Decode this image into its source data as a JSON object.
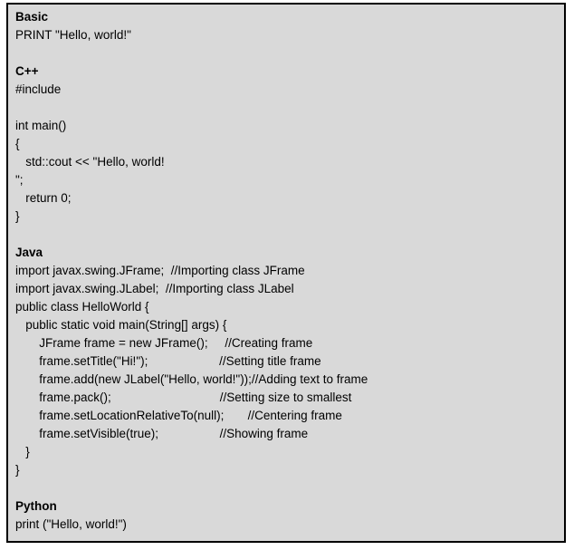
{
  "panel": {
    "background_color": "#d9d9d9",
    "border_color": "#000000",
    "text_color": "#000000",
    "page_background": "#ffffff"
  },
  "sections": [
    {
      "id": "basic",
      "heading": "Basic",
      "lines": [
        "PRINT \"Hello, world!\""
      ]
    },
    {
      "id": "cpp",
      "heading": "C++",
      "lines": [
        "#include",
        "",
        "int main()",
        "{",
        "   std::cout << \"Hello, world!",
        "\";",
        "   return 0;",
        "}"
      ]
    },
    {
      "id": "java",
      "heading": "Java",
      "lines": [
        "import javax.swing.JFrame;  //Importing class JFrame",
        "import javax.swing.JLabel;  //Importing class JLabel",
        "public class HelloWorld {",
        "   public static void main(String[] args) {",
        "       JFrame frame = new JFrame();     //Creating frame",
        "       frame.setTitle(\"Hi!\");                     //Setting title frame",
        "       frame.add(new JLabel(\"Hello, world!\"));//Adding text to frame",
        "       frame.pack();                                //Setting size to smallest",
        "       frame.setLocationRelativeTo(null);       //Centering frame",
        "       frame.setVisible(true);                  //Showing frame",
        "   }",
        "}"
      ]
    },
    {
      "id": "python",
      "heading": "Python",
      "lines": [
        "print (\"Hello, world!\")"
      ]
    }
  ]
}
